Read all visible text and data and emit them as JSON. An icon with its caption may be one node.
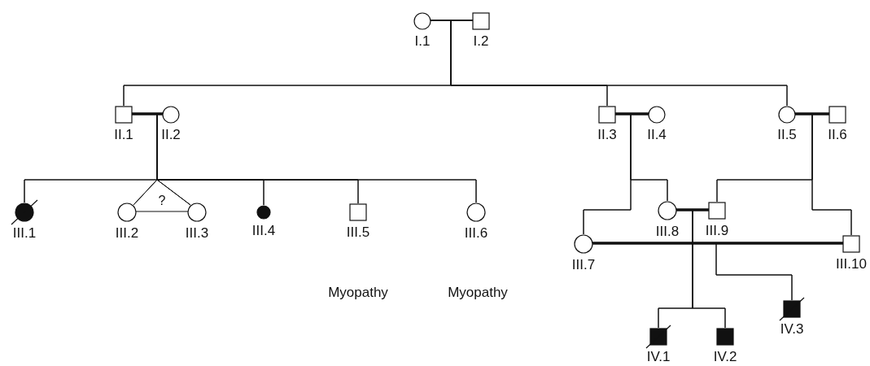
{
  "diagram": {
    "nodes": [
      {
        "text": [
          "I.1"
        ]
      },
      {
        "text": [
          "I.2"
        ]
      },
      {
        "text": [
          "II.1"
        ]
      },
      {
        "text": [
          "II.2"
        ]
      },
      {
        "text": [
          "II.3"
        ]
      },
      {
        "text": [
          "II.4"
        ]
      },
      {
        "text": [
          "II.5"
        ]
      },
      {
        "text": [
          "II.6"
        ]
      },
      {
        "text": [
          "III.1"
        ]
      },
      {
        "text": [
          "III.2"
        ]
      },
      {
        "text": [
          "III.3"
        ]
      },
      {
        "text": [
          "III.4"
        ]
      },
      {
        "text": [
          "III.5"
        ]
      },
      {
        "text": [
          "III.6"
        ]
      },
      {
        "text": [
          "III.8"
        ]
      },
      {
        "text": [
          "III.9"
        ]
      },
      {
        "text": [
          "III.7"
        ]
      },
      {
        "text": [
          "III.10"
        ]
      },
      {
        "text": [
          "IV.3"
        ]
      },
      {
        "text": [
          "IV.1"
        ]
      },
      {
        "text": [
          "IV.2"
        ]
      }
    ],
    "edges": [
      {
        "from": 0,
        "to": 1,
        "arrow": "none"
      },
      {
        "from": 0,
        "to": 2,
        "arrow": "none"
      },
      {
        "from": 1,
        "to": 2,
        "arrow": "none"
      },
      {
        "from": 0,
        "to": 4,
        "arrow": "none"
      },
      {
        "from": 1,
        "to": 4,
        "arrow": "none"
      },
      {
        "from": 0,
        "to": 6,
        "arrow": "none"
      },
      {
        "from": 1,
        "to": 6,
        "arrow": "none"
      },
      {
        "from": 2,
        "to": 3,
        "arrow": "none",
        "style": "thick"
      },
      {
        "from": 2,
        "to": 8,
        "arrow": "none"
      },
      {
        "from": 3,
        "to": 8,
        "arrow": "none"
      },
      {
        "from": 2,
        "to": 9,
        "arrow": "none"
      },
      {
        "from": 3,
        "to": 9,
        "arrow": "none"
      },
      {
        "from": 2,
        "to": 10,
        "arrow": "none"
      },
      {
        "from": 3,
        "to": 10,
        "arrow": "none"
      },
      {
        "from": 2,
        "to": 11,
        "arrow": "none"
      },
      {
        "from": 3,
        "to": 11,
        "arrow": "none"
      },
      {
        "from": 2,
        "to": 12,
        "arrow": "none"
      },
      {
        "from": 3,
        "to": 12,
        "arrow": "none"
      },
      {
        "from": 2,
        "to": 13,
        "arrow": "none"
      },
      {
        "from": 3,
        "to": 13,
        "arrow": "none"
      },
      {
        "from": 4,
        "to": 5,
        "arrow": "none",
        "style": "thick"
      },
      {
        "from": 4,
        "to": 14,
        "arrow": "none"
      },
      {
        "from": 5,
        "to": 14,
        "arrow": "none"
      },
      {
        "from": 4,
        "to": 16,
        "arrow": "none"
      },
      {
        "from": 5,
        "to": 16,
        "arrow": "none"
      },
      {
        "from": 6,
        "to": 7,
        "arrow": "none",
        "style": "thick"
      },
      {
        "from": 6,
        "to": 15,
        "arrow": "none"
      },
      {
        "from": 7,
        "to": 15,
        "arrow": "none"
      },
      {
        "from": 6,
        "to": 17,
        "arrow": "none"
      },
      {
        "from": 7,
        "to": 17,
        "arrow": "none"
      },
      {
        "from": 14,
        "to": 15,
        "arrow": "none",
        "style": "thick"
      },
      {
        "from": 14,
        "to": 19,
        "arrow": "none"
      },
      {
        "from": 15,
        "to": 19,
        "arrow": "none"
      },
      {
        "from": 14,
        "to": 20,
        "arrow": "none"
      },
      {
        "from": 15,
        "to": 20,
        "arrow": "none"
      },
      {
        "from": 16,
        "to": 17,
        "arrow": "none",
        "style": "thick"
      },
      {
        "from": 16,
        "to": 18,
        "arrow": "none"
      },
      {
        "from": 17,
        "to": 18,
        "arrow": "none"
      },
      {
        "from": 9,
        "to": 10,
        "arrow": "none",
        "label": "?"
      }
    ],
    "labels": [
      "Myopathy",
      "Myopathy"
    ]
  }
}
